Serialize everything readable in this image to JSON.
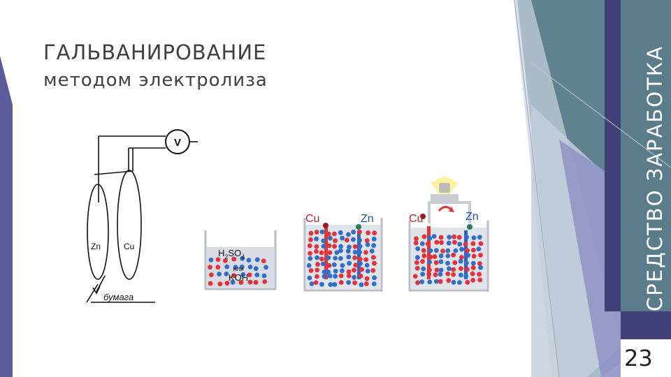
{
  "slide": {
    "title": "ГАЛЬВАНИРОВАНИЕ",
    "subtitle": "методом электролиза",
    "vertical_title": "СРЕДСТВО ЗАРАБОТКА",
    "page_number": "23"
  },
  "diagram_left": {
    "voltmeter_label": "V",
    "electrode_left_label": "Zn",
    "electrode_right_label": "Cu",
    "paper_label": "бумага"
  },
  "beaker_1": {
    "formula_h": "H",
    "formula_2": "2",
    "formula_so": "SO",
    "formula_4": "4",
    "or_label": "или",
    "alt_formula": "KOH"
  },
  "beaker_2": {
    "left_electrode": "Cu",
    "right_electrode": "Zn"
  },
  "beaker_3": {
    "left_electrode": "Cu",
    "right_electrode": "Zn"
  },
  "colors": {
    "accent_dark": "#5f7f8f",
    "accent_mid": "#8aa8b5",
    "accent_light": "#c7d3dc",
    "side_strip": "#3e3f78",
    "ion_red": "#e8303a",
    "ion_blue": "#2f6ecc",
    "cu_label": "#c8202a",
    "zn_label": "#1a56b0"
  }
}
